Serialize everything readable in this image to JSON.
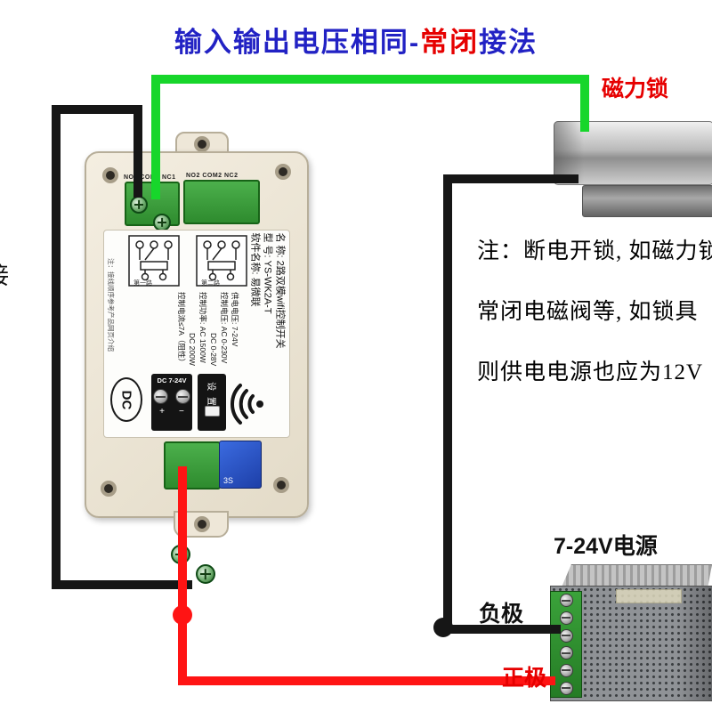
{
  "title": {
    "prefix": "输入输出电压相同-",
    "highlight": "常闭",
    "suffix": "接法"
  },
  "device": {
    "terminals_top_left_label": "NO1 COM1 NC1",
    "terminals_top_right_label": "NO2 COM2 NC2",
    "panel": {
      "spec_lines_right": [
        "名 称: 2路双模wifi控制开关",
        "型 号: YS-WK2A-T",
        "软件名称: 易微联"
      ],
      "spec_lines_left": [
        "供电电压: 7-24V",
        "控制电压: AC 0-230V",
        "DC 0-28V",
        "控制功率: AC 1500W",
        "DC 200W",
        "控制电流≤7A（阻性）"
      ],
      "side_note": "注：接线顺序参考产品网页介绍",
      "channel1_label": "第一路",
      "channel2_label": "第二路",
      "dc_logo": "DC",
      "dc_terminal_label": "DC 7-24V",
      "plus": "+",
      "minus": "−",
      "settings_label": "设 置",
      "relay_chip_label": "3S"
    }
  },
  "lock": {
    "label": "磁力锁"
  },
  "psu": {
    "label": "7-24V电源",
    "negative_label": "负极",
    "positive_label": "正极"
  },
  "note_lines": [
    "注：断电开锁, 如磁力锁",
    "常闭电磁阀等, 如锁具",
    "则供电电源也应为12V"
  ],
  "edge_fragment": "接",
  "colors": {
    "title_blue": "#2222c4",
    "accent_red": "#e60000",
    "wire_green": "#17d62b",
    "wire_black": "#161616",
    "wire_red": "#ff1414",
    "terminal_green": "#2e8b2e",
    "device_beige": "#ece4d3"
  }
}
